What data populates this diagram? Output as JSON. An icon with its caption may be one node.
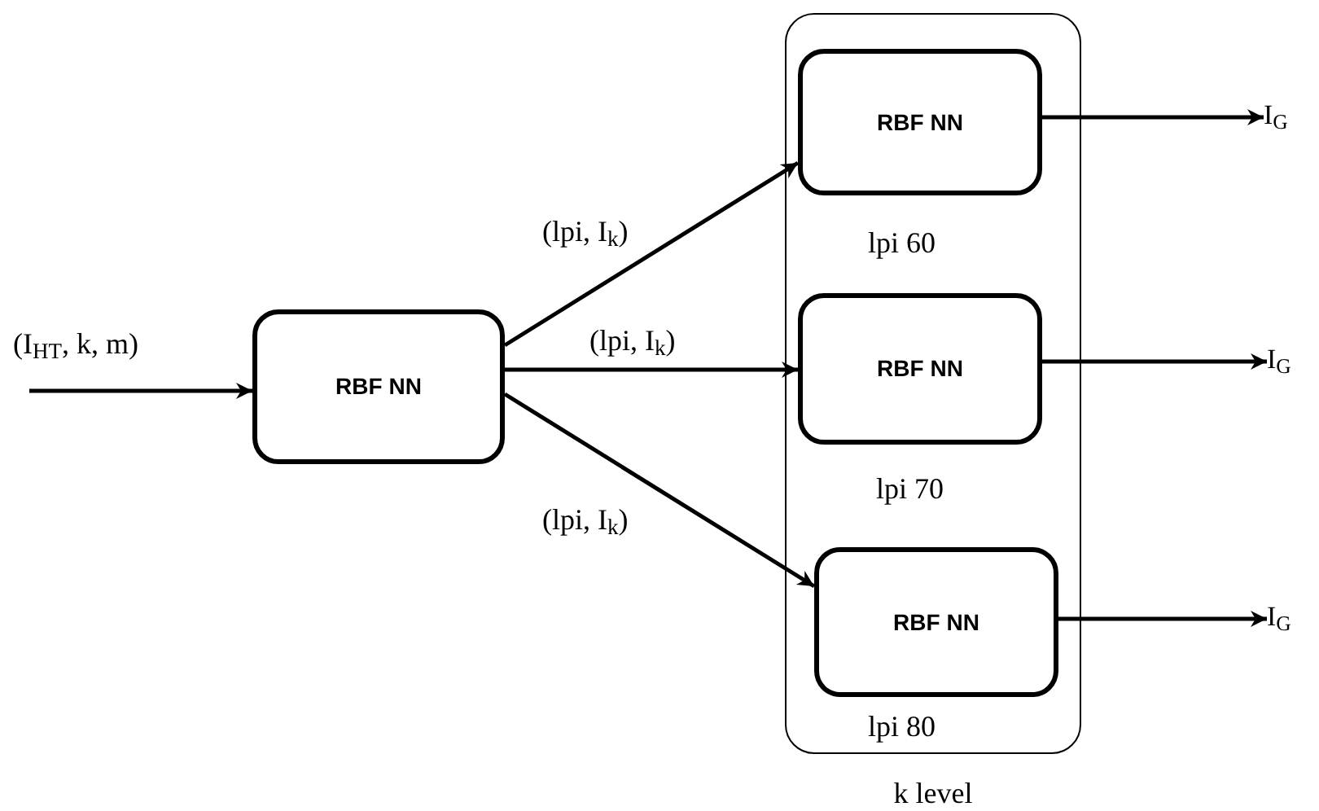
{
  "diagram": {
    "nodes": [
      {
        "text": [
          "k level"
        ]
      },
      {
        "text": [
          "RBF NN"
        ]
      },
      {
        "text": [
          "RBF NN"
        ],
        "in": 0,
        "beside": [
          "lpi 60"
        ]
      },
      {
        "text": [
          "RBF NN"
        ],
        "in": 0,
        "beside": [
          "lpi 70"
        ]
      },
      {
        "text": [
          "RBF NN"
        ],
        "in": 0,
        "beside": [
          "lpi 80"
        ]
      },
      {
        "text": [
          "I$_{G}$"
        ]
      },
      {
        "text": [
          "I$_{G}$"
        ]
      },
      {
        "text": [
          "I$_{G}$"
        ]
      }
    ],
    "edges": [
      {
        "from": null,
        "to": 1,
        "arrow": "to",
        "label": "(I$_{HT}$, k, m)"
      },
      {
        "from": 1,
        "to": 2,
        "arrow": "to",
        "label": "(lpi, I$_{k}$)"
      },
      {
        "from": 1,
        "to": 3,
        "arrow": "to",
        "label": "(lpi, I$_{k}$)"
      },
      {
        "from": 1,
        "to": 4,
        "arrow": "to",
        "label": "(lpi, I$_{k}$)"
      },
      {
        "from": 2,
        "to": 5,
        "arrow": "to"
      },
      {
        "from": 3,
        "to": 6,
        "arrow": "to"
      },
      {
        "from": 4,
        "to": 7,
        "arrow": "to"
      }
    ]
  }
}
